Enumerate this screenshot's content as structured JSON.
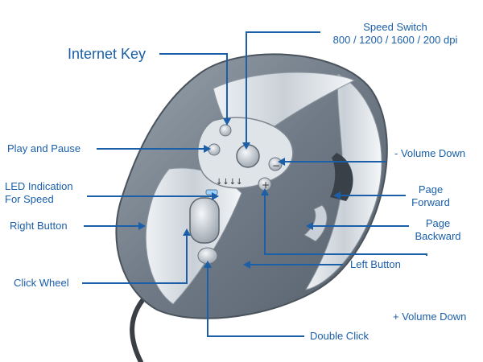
{
  "labels": {
    "internet_key": "Internet Key",
    "speed_switch": "Speed Switch",
    "speed_values": "800 / 1200 / 1600 / 200 dpi",
    "play_pause": "Play and Pause",
    "volume_down_minus": "- Volume Down",
    "led_line1": "LED Indication",
    "led_line2": "For Speed",
    "page_forward_line1": "Page",
    "page_forward_line2": "Forward",
    "right_button": "Right Button",
    "page_backward_line1": "Page",
    "page_backward_line2": "Backward",
    "left_button": "Left Button",
    "click_wheel": "Click Wheel",
    "volume_down_plus": "+ Volume Down",
    "double_click": "Double Click"
  },
  "button_marks": {
    "minus": "−",
    "plus": "+",
    "arrows": "↓↓↓↓"
  },
  "colors": {
    "callout": "#1a5fa8",
    "shell_dark": "#6f7a86",
    "shell_light": "#d7dde3"
  }
}
